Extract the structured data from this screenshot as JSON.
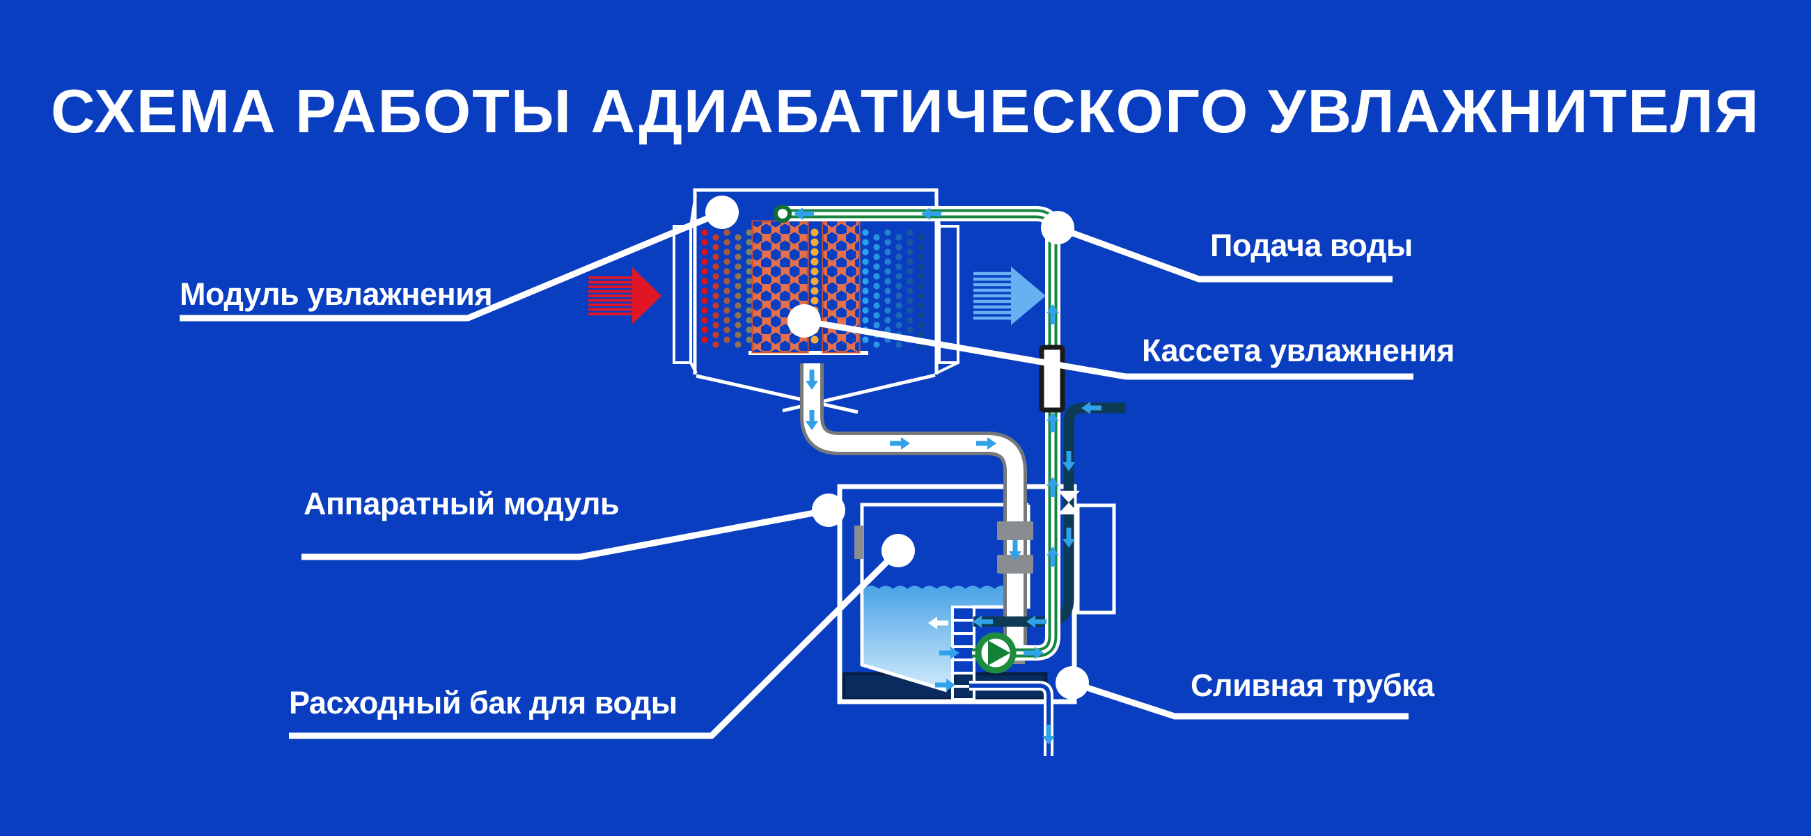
{
  "title": "СХЕМА РАБОТЫ АДИАБАТИЧЕСКОГО УВЛАЖНИТЕЛЯ",
  "labels": {
    "humidification_module": "Модуль увлажнения",
    "water_supply": "Подача воды",
    "humidification_cassette": "Кассета увлажнения",
    "hardware_module": "Аппаратный модуль",
    "water_tank": "Расходный бак для воды",
    "drain_tube": "Сливная трубка"
  },
  "colors": {
    "background": "#0a3ec0",
    "line_white": "#ffffff",
    "inlet_air_arrow": "#e01525",
    "outlet_air_arrow": "#67b1f3",
    "supply_pipe_green": "#16853f",
    "fill_drain_pipe_dark": "#0d3a55",
    "cassette_orange": "#e4704d",
    "yellow_dots": "#f3ab39",
    "water_top": "#4aa3e6",
    "water_bottom": "#cfeafc",
    "flow_arrow_blue": "#31a1ea",
    "pipe_gray": "#75797c",
    "drain_pan_navy": "#0a2c5e"
  }
}
